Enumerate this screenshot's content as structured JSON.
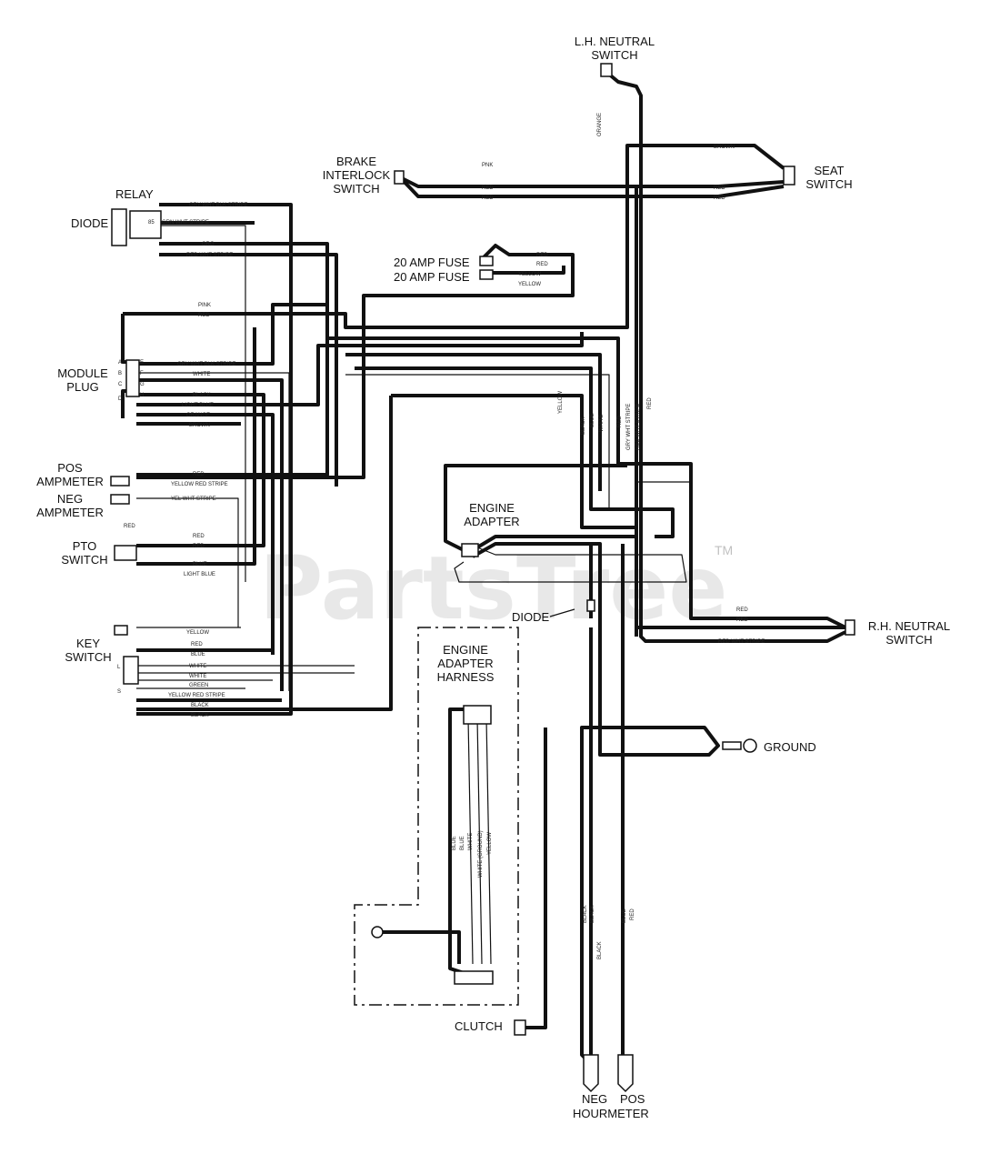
{
  "components": {
    "lh_neutral_switch": "L.H. NEUTRAL\nSWITCH",
    "brake_interlock_switch": "BRAKE\nINTERLOCK\nSWITCH",
    "seat_switch": "SEAT\nSWITCH",
    "relay": "RELAY",
    "diode_left": "DIODE",
    "fuse_1": "20 AMP FUSE",
    "fuse_2": "20 AMP FUSE",
    "module_plug": "MODULE\nPLUG",
    "pos_ammeter": "POS\nAMPMETER",
    "neg_ammeter": "NEG\nAMPMETER",
    "pto_switch": "PTO\nSWITCH",
    "key_switch": "KEY\nSWITCH",
    "engine_adapter": "ENGINE\nADAPTER",
    "diode_engine": "DIODE",
    "engine_adapter_harness": "ENGINE\nADAPTER\nHARNESS",
    "rh_neutral_switch": "R.H. NEUTRAL\nSWITCH",
    "ground": "GROUND",
    "clutch": "CLUTCH",
    "hourmeter_neg": "NEG",
    "hourmeter_pos": "POS",
    "hourmeter": "HOURMETER"
  },
  "watermark": {
    "text": "PartsTree",
    "tm": "TM"
  },
  "wire_labels": {
    "relay_1": "GRY WHT BLK STRIPE",
    "relay_2": "GRN WHT STRIPE",
    "relay_3": "ORG",
    "relay_4": "RED WHT STRIPE",
    "seat_1": "BROWN",
    "seat_2": "RED",
    "seat_3": "RED",
    "brake_1": "RED",
    "brake_2": "RED",
    "brake_3": "PNK",
    "fuse_1": "RED",
    "fuse_2": "RED",
    "fuse_3": "YELLOW",
    "fuse_4": "YELLOW",
    "pink_1": "PINK",
    "pink_2": "RED",
    "module_1": "GRY WHT BLK STRIPE",
    "module_2": "WHITE",
    "module_3": "BLACK",
    "module_4": "LIGHT BLUE",
    "module_5": "ORANGE",
    "module_6": "BROWN",
    "pos_amm": "RED",
    "pos_amm_2": "YELLOW RED STRIPE",
    "neg_amm": "YEL WHT STRIPE",
    "pto_1": "RED",
    "pto_2": "RED",
    "pto_3": "RED",
    "pto_4": "BLUE",
    "pto_5": "LIGHT BLUE",
    "key_1": "YELLOW",
    "key_2": "RED",
    "key_3": "BLUE",
    "key_4": "WHITE",
    "key_5": "WHITE",
    "key_6": "GREEN",
    "key_7": "YELLOW RED STRIPE",
    "key_8": "BLACK",
    "key_9": "BLACK",
    "rh_1": "RED",
    "rh_2": "RED",
    "rh_3": "RED WHT STRIPE",
    "v_yellow": "YELLOW",
    "v_black": "BLACK",
    "v_blue": "BLUE",
    "v_white": "WHITE",
    "v_red": "RED",
    "v_gry": "GRY WHT STRIPE",
    "v_redwht": "RED WHT STRIPE",
    "v_red2": "RED",
    "v_orange": "ORANGE",
    "h_blue1": "BLUE",
    "h_blue2": "BLUE",
    "h_white": "WHITE",
    "h_white2": "WHITE (GROUND)",
    "h_yellow": "YELLOW",
    "hm_black1": "BLACK",
    "hm_black2": "BLACK",
    "hm_black3": "BLACK",
    "hm_blue": "BLUE",
    "hm_red": "RED"
  },
  "pin_letters": {
    "relay_pin": "85",
    "module_a": "A",
    "module_b": "B",
    "module_c": "C",
    "module_d": "D",
    "module_e": "E",
    "module_f": "F",
    "module_g": "G",
    "module_h": "H",
    "key_l": "L",
    "key_s": "S"
  }
}
